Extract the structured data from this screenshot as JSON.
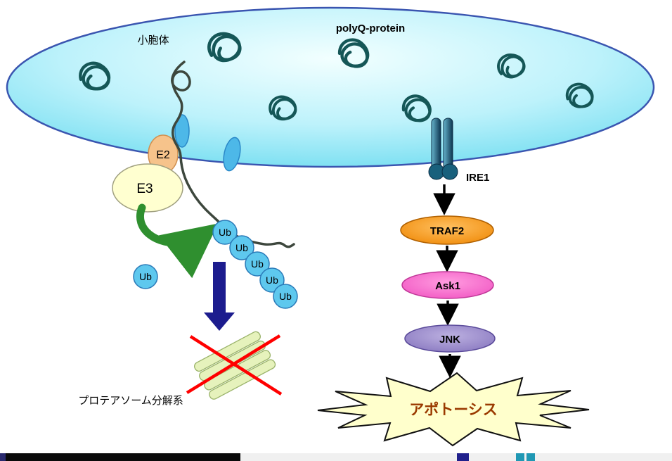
{
  "labels": {
    "er": "小胞体",
    "polyq_protein": "polyQ-protein",
    "e2": "E2",
    "e3": "E3",
    "ub": "Ub",
    "ire1": "IRE1",
    "traf2": "TRAF2",
    "ask1": "Ask1",
    "jnk": "JNK",
    "proteasome_system": "プロテアソーム分解系",
    "apoptosis": "アポトーシス"
  },
  "colors": {
    "er_fill": "#aeeef8",
    "er_border": "#3a55b0",
    "aggregate": "#155757",
    "thread": "#3d473d",
    "channel": "#4db8e8",
    "e2_fill": "#f6c38b",
    "e3_fill": "#ffffd0",
    "green_arrow": "#2f8f2f",
    "ub_fill": "#5ec8ee",
    "ub_border": "#2a7ab8",
    "block_arrow": "#1c1c8e",
    "proteasome_fill": "#e6f2bc",
    "cross_red": "#ff0000",
    "ire1_fill": "#19607c",
    "traf2_fill": "#f08c00",
    "ask1_fill": "#f25cc4",
    "jnk_fill": "#8878c0",
    "starburst_fill": "#ffffcc",
    "apoptosis_text": "#9a3a00"
  }
}
